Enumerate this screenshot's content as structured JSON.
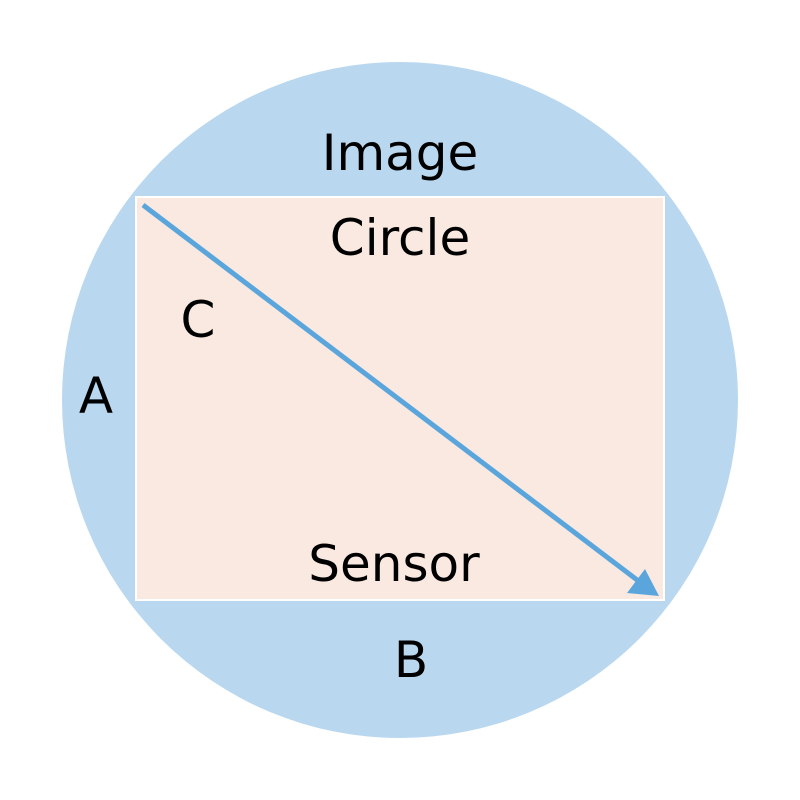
{
  "labels": {
    "image_circle_line1": "Image",
    "image_circle_line2": "Circle",
    "sensor": "Sensor",
    "side_a": "A",
    "side_b": "B",
    "diagonal_c": "C"
  },
  "colors": {
    "image_circle_fill": "#b9d8f0",
    "sensor_fill": "#f9e9e1",
    "sensor_border": "#ffffff",
    "diagonal_arrow": "#5aa6dc",
    "label_text": "#000000"
  }
}
